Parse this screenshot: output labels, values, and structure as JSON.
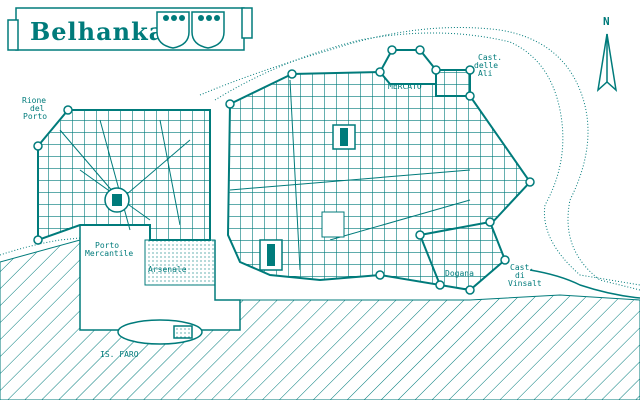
{
  "title": "Belhanka",
  "compass": {
    "letter": "N"
  },
  "colors": {
    "ink": "#007b7b",
    "paper": "#ffffff",
    "water_hatch": "#007b7b"
  },
  "labels": {
    "rione_del_porto": [
      "Rione",
      "del",
      "Porto"
    ],
    "mercato": "MERCATO",
    "cast_delle_ali": [
      "Cast.",
      "delle",
      "Ali"
    ],
    "porto_mercantile": [
      "Porto",
      "Mercantile"
    ],
    "arsenale": "Arsenale",
    "dogana": "Dogana",
    "cast_di_vinsalt": [
      "Cast.",
      "di",
      "Vinsalt"
    ],
    "is_faro": "IS. FARO"
  },
  "icons": [
    "crest-shield-left",
    "crest-shield-right",
    "compass-arrow",
    "tower-marker",
    "temple-icon",
    "lighthouse-icon"
  ]
}
